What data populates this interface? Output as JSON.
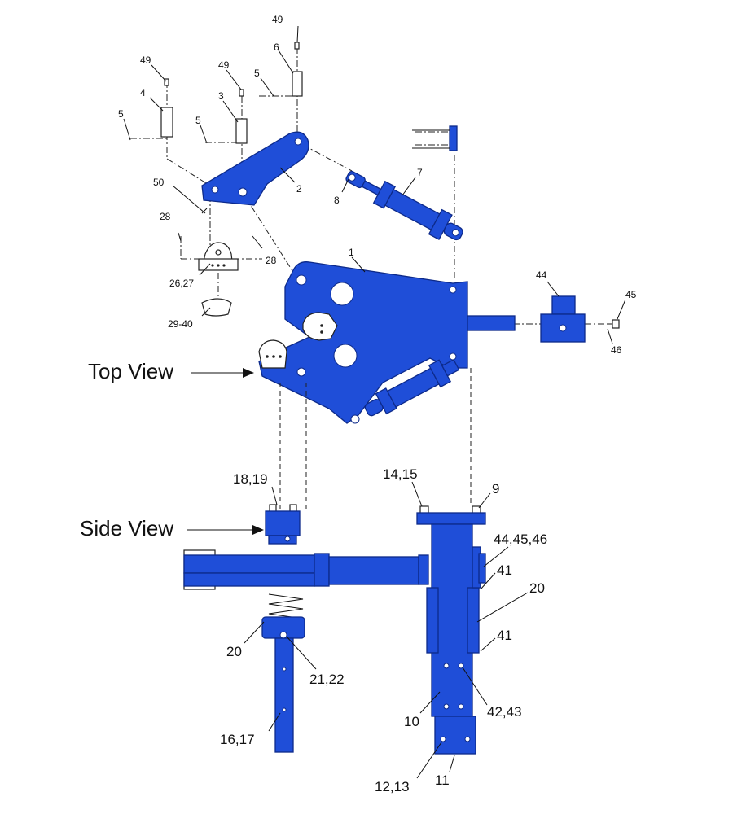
{
  "views": {
    "top": "Top View",
    "side": "Side View"
  },
  "callouts": {
    "c49a": "49",
    "c49b": "49",
    "c49c": "49",
    "c6": "6",
    "c5a": "5",
    "c5b": "5",
    "c5c": "5",
    "c4": "4",
    "c3": "3",
    "c2": "2",
    "c7": "7",
    "c8": "8",
    "c50": "50",
    "c28a": "28",
    "c28b": "28",
    "c26": "26,27",
    "c29": "29-40",
    "c1": "1",
    "c44": "44",
    "c45": "45",
    "c46": "46",
    "c18": "18,19",
    "c14": "14,15",
    "c9": "9",
    "c444546": "44,45,46",
    "c41a": "41",
    "c20a": "20",
    "c41b": "41",
    "c20b": "20",
    "c21": "21,22",
    "c42": "42,43",
    "c10": "10",
    "c16": "16,17",
    "c12": "12,13",
    "c11": "11"
  },
  "colors": {
    "part_fill": "#1f4ed8",
    "part_outline": "#0d2a8a",
    "line": "#222222",
    "background": "#ffffff"
  }
}
